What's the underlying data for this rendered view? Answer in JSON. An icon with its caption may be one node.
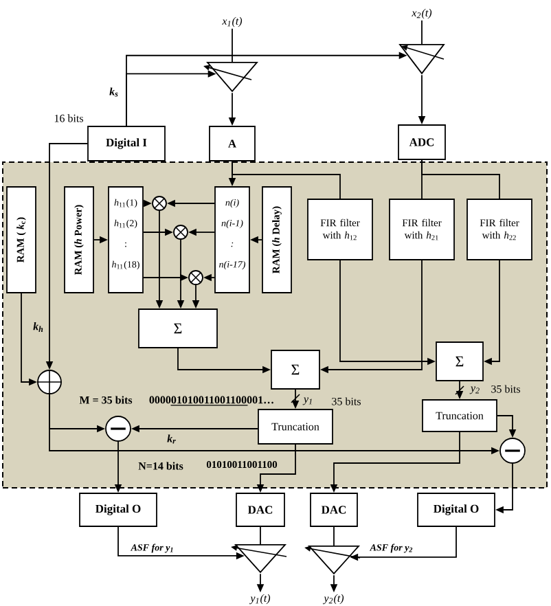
{
  "diagram": {
    "nodes": [
      {
        "text": [
          "x$_{1}$(t)"
        ]
      },
      {
        "text": [
          "x$_{2}$(t)"
        ]
      },
      {
        "text": [],
        "shape": "triangle"
      },
      {
        "text": [],
        "shape": "triangle"
      },
      {
        "text": [
          "Digital I"
        ],
        "beside": [
          "16 bits"
        ]
      },
      {
        "text": [
          "A"
        ]
      },
      {
        "text": [
          "ADC"
        ]
      },
      {
        "text": [],
        "shape": "box"
      },
      {
        "text": [
          "RAM ( *k*$_{c}$)"
        ],
        "in": 7
      },
      {
        "text": [
          "RAM (*h* Power)"
        ],
        "in": 7
      },
      {
        "text": [
          "*h*$_{11}$(1)",
          "*h*$_{11}$(2)",
          ":",
          "*h*$_{11}$(18)"
        ],
        "in": 7
      },
      {
        "text": [
          "n(i)",
          "n(i-1)",
          ":",
          "n(i-17)"
        ],
        "in": 7
      },
      {
        "text": [
          "RAM (*h* Delay)"
        ],
        "in": 7
      },
      {
        "text": [],
        "shape": "circle",
        "in": 7
      },
      {
        "text": [],
        "shape": "circle",
        "in": 7
      },
      {
        "text": [],
        "shape": "circle",
        "in": 7
      },
      {
        "text": [
          "Σ"
        ],
        "in": 7
      },
      {
        "text": [
          "FIR filter with *h*$_{12}$"
        ],
        "in": 7
      },
      {
        "text": [
          "FIR filter with *h*$_{21}$"
        ],
        "in": 7
      },
      {
        "text": [
          "FIR filter with *h*$_{22}$"
        ],
        "in": 7
      },
      {
        "text": [
          "Σ"
        ],
        "in": 7
      },
      {
        "text": [
          "Σ"
        ],
        "in": 7
      },
      {
        "text": [],
        "shape": "circle",
        "in": 7
      },
      {
        "text": [
          "Truncation"
        ],
        "in": 7
      },
      {
        "text": [
          "Truncation"
        ],
        "in": 7
      },
      {
        "text": [],
        "shape": "circle",
        "in": 7
      },
      {
        "text": [],
        "shape": "circle",
        "in": 7
      },
      {
        "text": [
          "Digital O"
        ]
      },
      {
        "text": [
          "DAC"
        ]
      },
      {
        "text": [
          "DAC"
        ]
      },
      {
        "text": [
          "Digital O"
        ]
      },
      {
        "text": [],
        "shape": "triangle"
      },
      {
        "text": [],
        "shape": "triangle"
      },
      {
        "text": [
          "y$_{1}$(t)"
        ]
      },
      {
        "text": [
          "y$_{2}$(t)"
        ]
      }
    ],
    "edges": [
      {
        "from": 0,
        "to": 2,
        "arrow": "none"
      },
      {
        "from": 1,
        "to": 3,
        "arrow": "none"
      },
      {
        "from": 2,
        "to": 5,
        "arrow": "to"
      },
      {
        "from": 3,
        "to": 6,
        "arrow": "to"
      },
      {
        "from": 4,
        "to": 2,
        "arrow": "to",
        "label": "k$_{s}$"
      },
      {
        "from": 4,
        "to": 3,
        "arrow": "to"
      },
      {
        "from": 4,
        "to": 22,
        "arrow": "to",
        "label": "k$_{h}$"
      },
      {
        "from": 5,
        "to": 11,
        "arrow": "to"
      },
      {
        "from": 5,
        "to": 17,
        "arrow": "none"
      },
      {
        "from": 6,
        "to": 18,
        "arrow": "none"
      },
      {
        "from": 6,
        "to": 19,
        "arrow": "none"
      },
      {
        "from": 9,
        "to": 10,
        "arrow": "to"
      },
      {
        "from": 12,
        "to": 11,
        "arrow": "to"
      },
      {
        "from": 10,
        "to": 13,
        "arrow": "to"
      },
      {
        "from": 11,
        "to": 13,
        "arrow": "to"
      },
      {
        "from": 10,
        "to": 14,
        "arrow": "to"
      },
      {
        "from": 11,
        "to": 14,
        "arrow": "to"
      },
      {
        "from": 10,
        "to": 15,
        "arrow": "to"
      },
      {
        "from": 11,
        "to": 15,
        "arrow": "to"
      },
      {
        "from": 13,
        "to": 16,
        "arrow": "to"
      },
      {
        "from": 14,
        "to": 16,
        "arrow": "to"
      },
      {
        "from": 15,
        "to": 16,
        "arrow": "to"
      },
      {
        "from": 16,
        "to": 20,
        "arrow": "to"
      },
      {
        "from": 17,
        "to": 21,
        "arrow": "to"
      },
      {
        "from": 18,
        "to": 20,
        "arrow": "to"
      },
      {
        "from": 19,
        "to": 21,
        "arrow": "to"
      },
      {
        "from": 20,
        "to": 23,
        "arrow": "to",
        "label": "y$_{1}$"
      },
      {
        "from": 21,
        "to": 24,
        "arrow": "to",
        "label": "y$_{2}$"
      },
      {
        "from": 8,
        "to": 22,
        "arrow": "to"
      },
      {
        "from": 22,
        "to": 25,
        "arrow": "to"
      },
      {
        "from": 22,
        "to": 26,
        "arrow": "to"
      },
      {
        "from": 23,
        "to": 25,
        "arrow": "to",
        "label": "k$_{r}$"
      },
      {
        "from": 24,
        "to": 26,
        "arrow": "to"
      },
      {
        "from": 23,
        "to": 28,
        "arrow": "to"
      },
      {
        "from": 24,
        "to": 29,
        "arrow": "to"
      },
      {
        "from": 25,
        "to": 27,
        "arrow": "to"
      },
      {
        "from": 26,
        "to": 30,
        "arrow": "to"
      },
      {
        "from": 28,
        "to": 31,
        "arrow": "none"
      },
      {
        "from": 29,
        "to": 32,
        "arrow": "none"
      },
      {
        "from": 27,
        "to": 31,
        "arrow": "to",
        "label": "ASF for y$_{1}$"
      },
      {
        "from": 30,
        "to": 32,
        "arrow": "to",
        "label": "ASF for y$_{2}$"
      },
      {
        "from": 31,
        "to": 33,
        "arrow": "to"
      },
      {
        "from": 32,
        "to": 34,
        "arrow": "to"
      }
    ],
    "labels": [
      "35 bits",
      "M = 35 bits",
      "000001010011001100001…",
      "35 bits",
      "N=14 bits",
      "01010011001100"
    ]
  }
}
